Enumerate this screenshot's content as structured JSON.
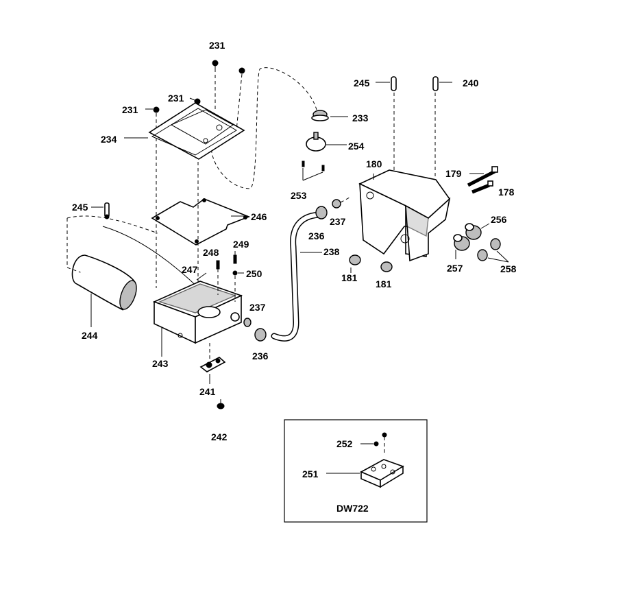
{
  "labels": {
    "p231a": "231",
    "p231b": "231",
    "p231c": "231",
    "p233": "233",
    "p234": "234",
    "p254": "254",
    "p245a": "245",
    "p240": "240",
    "p180": "180",
    "p179": "179",
    "p178": "178",
    "p253": "253",
    "p245b": "245",
    "p246": "246",
    "p237a": "237",
    "p236a": "236",
    "p256": "256",
    "p248": "248",
    "p249": "249",
    "p238": "238",
    "p247": "247",
    "p250": "250",
    "p181a": "181",
    "p181b": "181",
    "p257": "257",
    "p258": "258",
    "p237b": "237",
    "p244": "244",
    "p236b": "236",
    "p243": "243",
    "p241": "241",
    "p242": "242",
    "p252": "252",
    "p251": "251"
  },
  "inset": {
    "title": "DW722"
  }
}
